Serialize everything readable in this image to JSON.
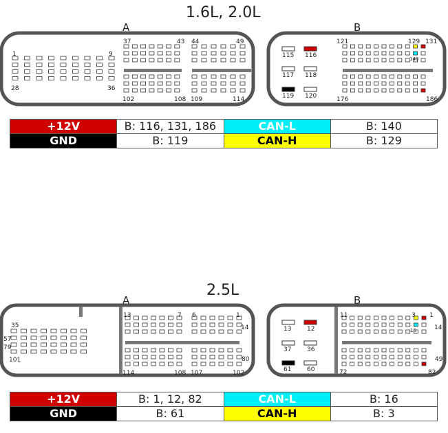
{
  "top": {
    "title": "1.6L, 2.0L",
    "conn_a_label": "A",
    "conn_b_label": "B",
    "a_pins": [
      "1",
      "9",
      "28",
      "36",
      "37",
      "43",
      "44",
      "49",
      "102",
      "108",
      "109",
      "114"
    ],
    "b_pins": [
      "121",
      "129",
      "131",
      "140",
      "176",
      "186",
      "115",
      "116",
      "117",
      "118",
      "119",
      "120"
    ],
    "legend": {
      "power_label": "+12V",
      "power_value": "B: 116, 131, 186",
      "ground_label": "GND",
      "ground_value": "B: 119",
      "canl_label": "CAN-L",
      "canl_value": "B: 140",
      "canh_label": "CAN-H",
      "canh_value": "B: 129"
    }
  },
  "bottom": {
    "title": "2.5L",
    "conn_a_label": "A",
    "conn_b_label": "B",
    "a_pins": [
      "35",
      "57",
      "79",
      "101",
      "13",
      "7",
      "6",
      "1",
      "14",
      "80",
      "114",
      "108",
      "107",
      "102"
    ],
    "b_pins": [
      "11",
      "3",
      "1",
      "14",
      "16",
      "49",
      "72",
      "82",
      "13",
      "12",
      "37",
      "36",
      "61",
      "60"
    ],
    "legend": {
      "power_label": "+12V",
      "power_value": "B: 1, 12, 82",
      "ground_label": "GND",
      "ground_value": "B: 61",
      "canl_label": "CAN-L",
      "canl_value": "B: 16",
      "canh_label": "CAN-H",
      "canh_value": "B: 3"
    }
  },
  "colors": {
    "power": "#d10000",
    "ground": "#000000",
    "can_l": "#00f0f8",
    "can_h": "#ffff00",
    "connector_outline": "#555555"
  }
}
